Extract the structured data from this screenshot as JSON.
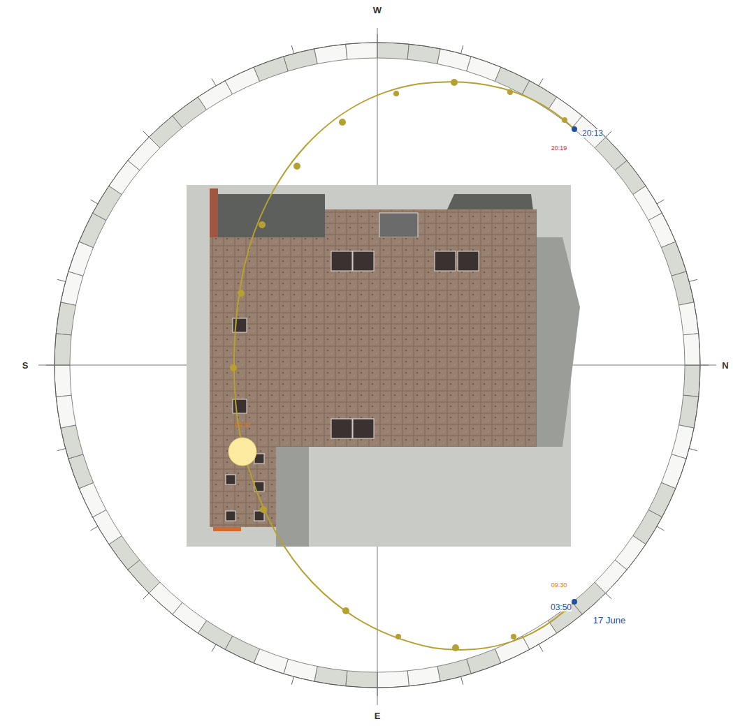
{
  "diagram": {
    "labels": [
      "W",
      "E",
      "S",
      "N",
      "20:13",
      "20:19",
      "09:30",
      "09:30",
      "03:50",
      "17 June"
    ]
  }
}
